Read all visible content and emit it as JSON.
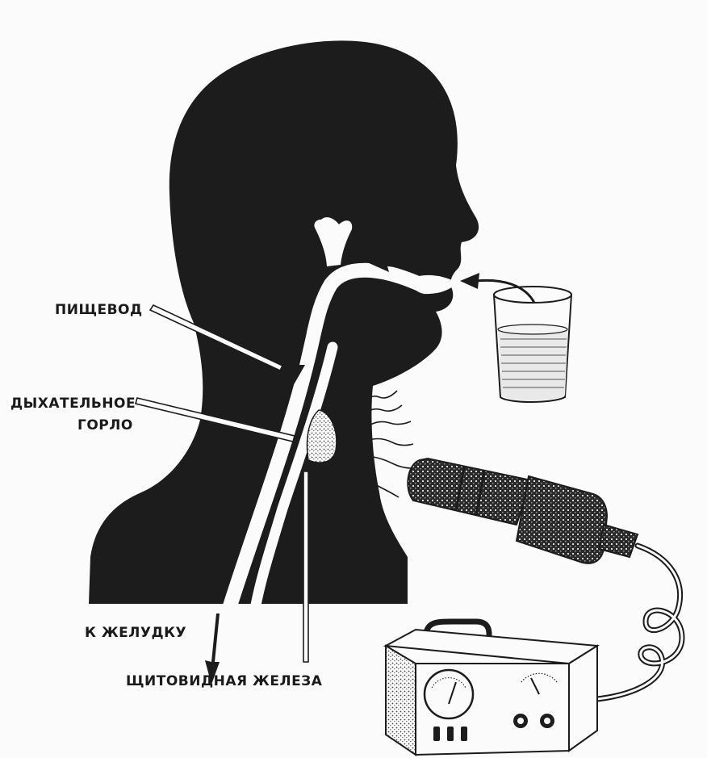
{
  "labels": {
    "esophagus": "ПИЩЕВОД",
    "windpipe_line1": "ДЫХАТЕЛЬНОЕ",
    "windpipe_line2": "ГОРЛО",
    "to_stomach": "К ЖЕЛУДКУ",
    "thyroid": "ЩИТОВИДНАЯ ЖЕЛЕЗА"
  },
  "colors": {
    "silhouette": "#1c1c1c",
    "paper": "#fbfbfb",
    "line": "#1c1c1c"
  },
  "icons": {
    "glass": "glass-of-water-icon",
    "detector": "radiation-detector-probe-icon",
    "meter": "counter-box-icon"
  }
}
